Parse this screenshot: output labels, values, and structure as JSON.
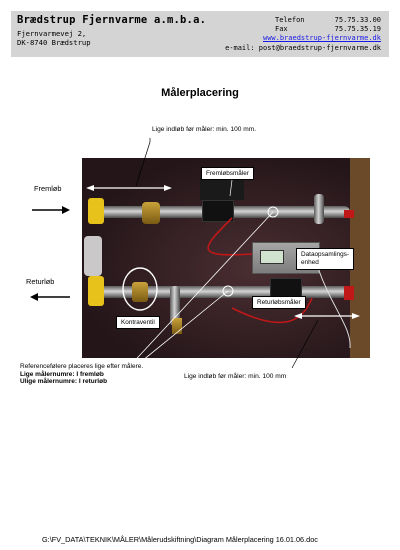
{
  "letterhead": {
    "company": "Brædstrup Fjernvarme a.m.b.a.",
    "address_line1": "Fjernvarmevej 2,",
    "address_line2": "DK-8740 Brædstrup",
    "phone_label": "Telefon",
    "phone": "75.75.33.00",
    "fax_label": "Fax",
    "fax": "75.75.35.19",
    "website": "www.braedstrup-fjernvarme.dk",
    "email_line": "e-mail: post@braedstrup-fjernvarme.dk"
  },
  "title": "Målerplacering",
  "labels": {
    "top_straight": "Lige indløb før måler: min. 100 mm.",
    "flow_meter": "Fremløbsmåler",
    "flow_in": "Fremløb",
    "return_in": "Returløb",
    "data_unit_line1": "Dataopsamlings-",
    "data_unit_line2": "enhed",
    "return_meter": "Returløbsmåler",
    "check_valve": "Kontraventil",
    "bottom_straight": "Lige indløb før måler: min. 100 mm"
  },
  "notes": {
    "line1": "Referencefølere placeres lige efter målere.",
    "line2": "Lige målernumre: I fremløb",
    "line3": "Ulige målernumre: I returløb"
  },
  "footer": {
    "path": "G:\\FV_DATA\\TEKNIK\\MÅLER\\Målerudskiftning\\Diagram Målerplacering 16.01.06.doc"
  }
}
